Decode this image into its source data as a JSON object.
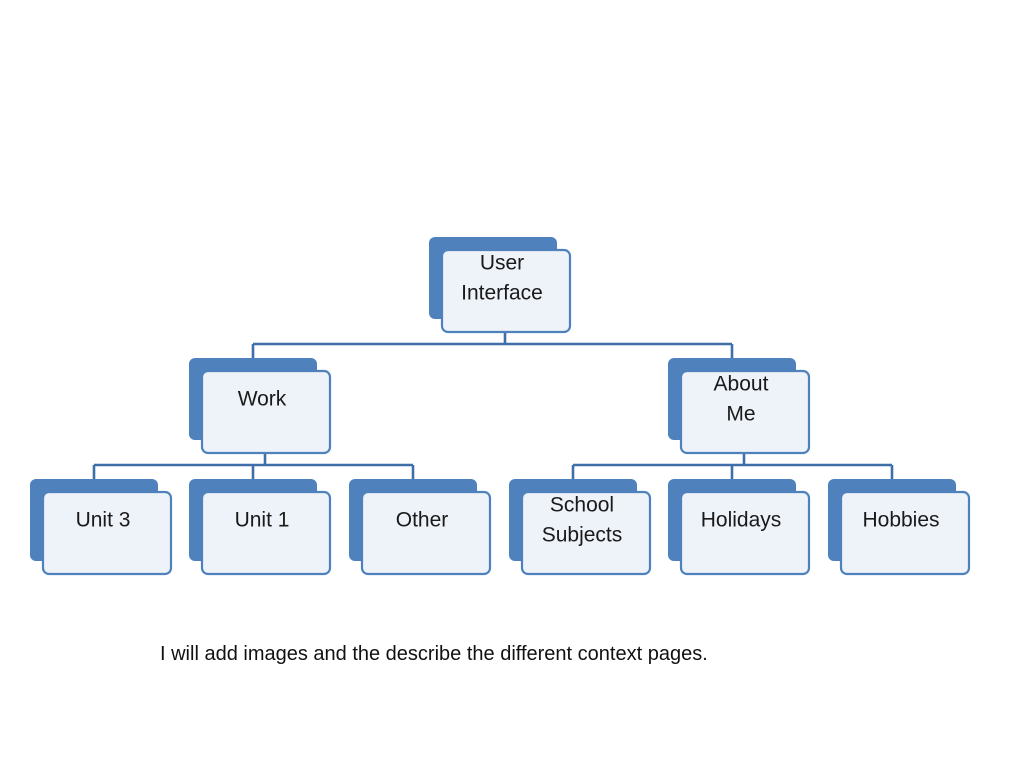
{
  "colors": {
    "back_fill": "#4f81bd",
    "front_fill": "#eef2f9",
    "front_stroke": "#4f81bd",
    "connector": "#3f6fa8"
  },
  "diagram": {
    "root": {
      "label_lines": [
        "User",
        "Interface"
      ],
      "children": [
        {
          "label_lines": [
            "Work"
          ],
          "children": [
            {
              "label_lines": [
                "Unit 3"
              ]
            },
            {
              "label_lines": [
                "Unit 1"
              ]
            },
            {
              "label_lines": [
                "Other"
              ]
            }
          ]
        },
        {
          "label_lines": [
            "About",
            "Me"
          ],
          "children": [
            {
              "label_lines": [
                "School",
                "Subjects"
              ]
            },
            {
              "label_lines": [
                "Holidays"
              ]
            },
            {
              "label_lines": [
                "Hobbies"
              ]
            }
          ]
        }
      ]
    }
  },
  "caption": "I will add images and the describe the different context pages."
}
